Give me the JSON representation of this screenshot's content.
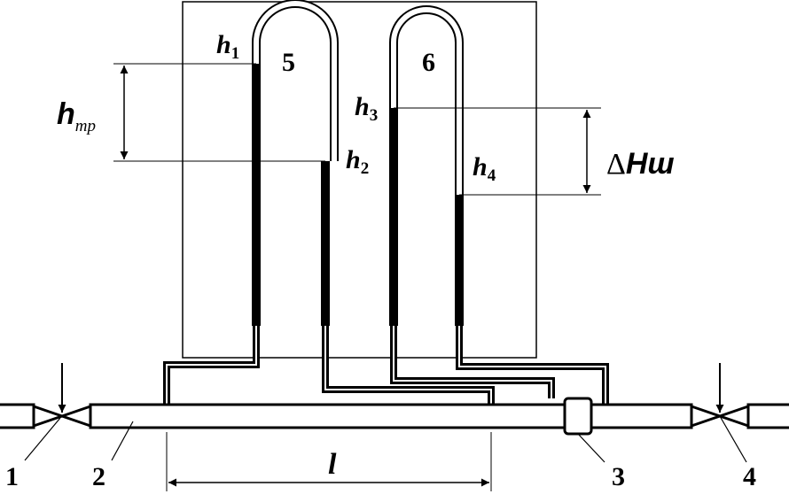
{
  "labels": {
    "h1": {
      "base": "h",
      "sub": "1"
    },
    "h2": {
      "base": "h",
      "sub": "2"
    },
    "h3": {
      "base": "h",
      "sub": "3"
    },
    "h4": {
      "base": "h",
      "sub": "4"
    },
    "htr": {
      "base": "h",
      "sub": "тр"
    },
    "dHsh": {
      "delta": "Δ",
      "base": "Hш"
    },
    "length": "l"
  },
  "numbers": {
    "n1": "1",
    "n2": "2",
    "n3": "3",
    "n4": "4",
    "n5": "5",
    "n6": "6"
  },
  "colors": {
    "ink": "#000000",
    "background": "#ffffff"
  }
}
